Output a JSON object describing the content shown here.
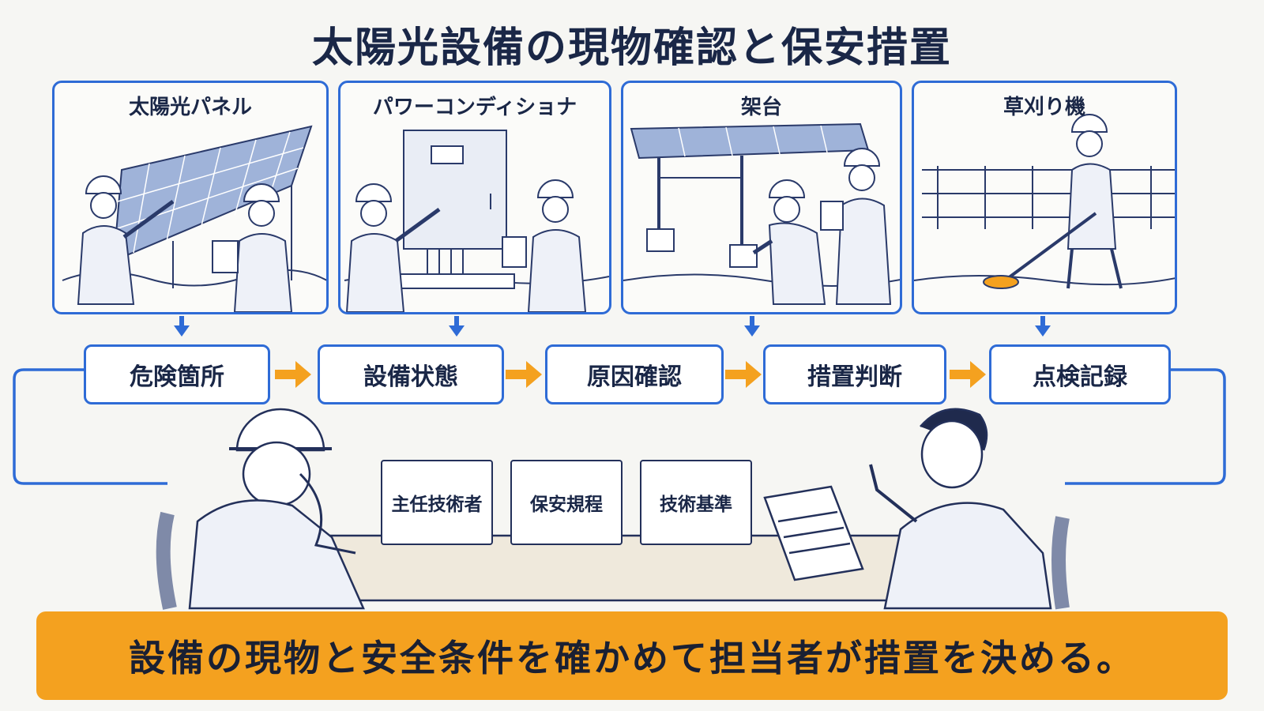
{
  "title": "太陽光設備の現物確認と保安措置",
  "panels": [
    {
      "label": "太陽光パネル",
      "icon": "solar-panel-inspection"
    },
    {
      "label": "パワーコンディショナ",
      "icon": "power-conditioner-inspection"
    },
    {
      "label": "架台",
      "icon": "mounting-frame-inspection"
    },
    {
      "label": "草刈り機",
      "icon": "grass-trimmer-work"
    }
  ],
  "steps": [
    "危険箇所",
    "設備状態",
    "原因確認",
    "措置判断",
    "点検記録"
  ],
  "documents": [
    "主任技術者",
    "保安規程",
    "技術基準"
  ],
  "banner": "設備の現物と安全条件を確かめて担当者が措置を決める。",
  "colors": {
    "frame_blue": "#2e6bd6",
    "flow_orange": "#f4a11f",
    "banner_orange": "#f4a11f",
    "ink_navy": "#1a2747"
  }
}
